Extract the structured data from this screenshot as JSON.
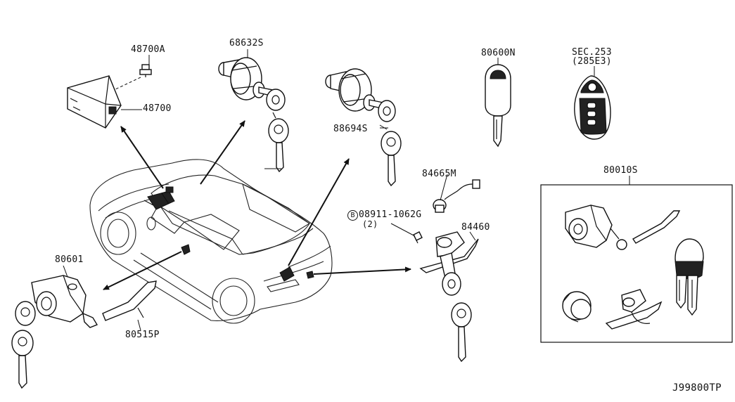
{
  "labels": {
    "p48700a": "48700A",
    "p48700": "48700",
    "p68632s": "68632S",
    "p88694s": "88694S",
    "p80600n": "80600N",
    "sec_a": "SEC.253",
    "sec_b": "(285E3)",
    "p84665m": "84665M",
    "p80010s": "80010S",
    "bolt_badge": "B",
    "p08911": "08911-1062G",
    "qty2": "(2)",
    "p84460": "84460",
    "p80601": "80601",
    "p80515p": "80515P",
    "diagram_code": "J99800TP"
  }
}
